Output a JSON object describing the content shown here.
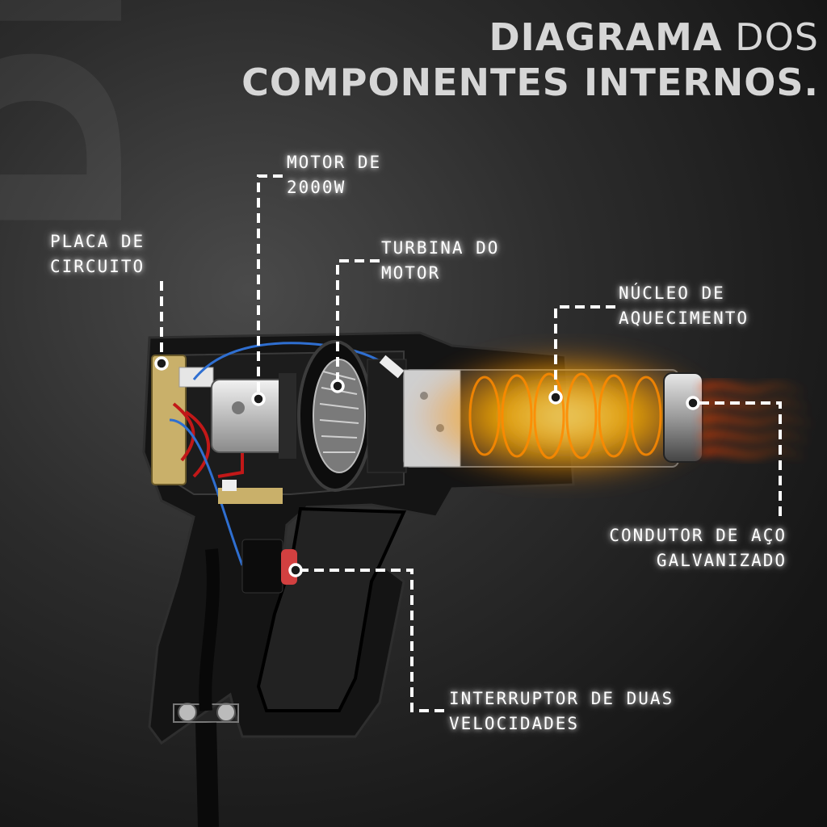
{
  "title": {
    "line1_bold": "DIAGRAMA",
    "line1_light": "DOS",
    "line2": "COMPONENTES INTERNOS."
  },
  "watermark": "Dinge",
  "labels": {
    "placa_line1": "PLACA DE",
    "placa_line2": "CIRCUITO",
    "motor_line1": "MOTOR DE",
    "motor_line2": "2000W",
    "turbina_line1": "TURBINA DO",
    "turbina_line2": "MOTOR",
    "nucleo_line1": "NÚCLEO DE",
    "nucleo_line2": "AQUECIMENTO",
    "condutor_line1": "CONDUTOR DE AÇO",
    "condutor_line2": "GALVANIZADO",
    "interruptor_line1": "INTERRUPTOR DE DUAS",
    "interruptor_line2": "VELOCIDADES"
  },
  "colors": {
    "background": "#1a1a1a",
    "title": "#d6d6d6",
    "label": "#ffffff",
    "heat_glow": "#ffb000",
    "flame": "#ff5a00"
  }
}
